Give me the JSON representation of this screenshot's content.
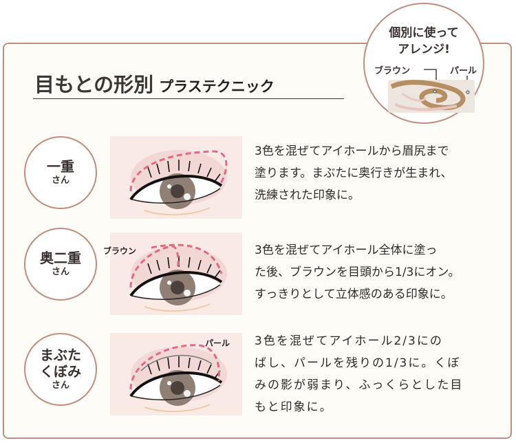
{
  "header": {
    "title": "目もとの形別",
    "subtitle": "プラステクニック"
  },
  "badge": {
    "line1": "個別に使って",
    "line2": "アレンジ!",
    "label_brown": "ブラウン",
    "label_pearl": "パール"
  },
  "types": [
    {
      "name": "一重",
      "suffix": "さん",
      "desc": [
        "3色を混ぜてアイホールから眉尻まで",
        "塗ります。まぶたに奥行きが生まれ、",
        "洗練された印象に。"
      ]
    },
    {
      "name": "奥二重",
      "suffix": "さん",
      "tag": "ブラウン",
      "desc": [
        "3色を混ぜてアイホール全体に塗っ",
        "た後、ブラウンを目頭から1/3にオン。",
        "すっきりとして立体感のある印象に。"
      ]
    },
    {
      "name_line1": "まぶた",
      "name_line2": "くぼみ",
      "suffix": "さん",
      "tag": "パール",
      "desc": [
        "3色を混ぜてアイホール2/3にの",
        "ばし、パールを残りの1/3に。くぼ",
        "みの影が弱まり、ふっくらとした目",
        "もと印象に。"
      ]
    }
  ],
  "colors": {
    "border": "#c08d7d",
    "dash": "#e06a85",
    "bg": "#fdfcf7",
    "panel": "#faeae6"
  }
}
